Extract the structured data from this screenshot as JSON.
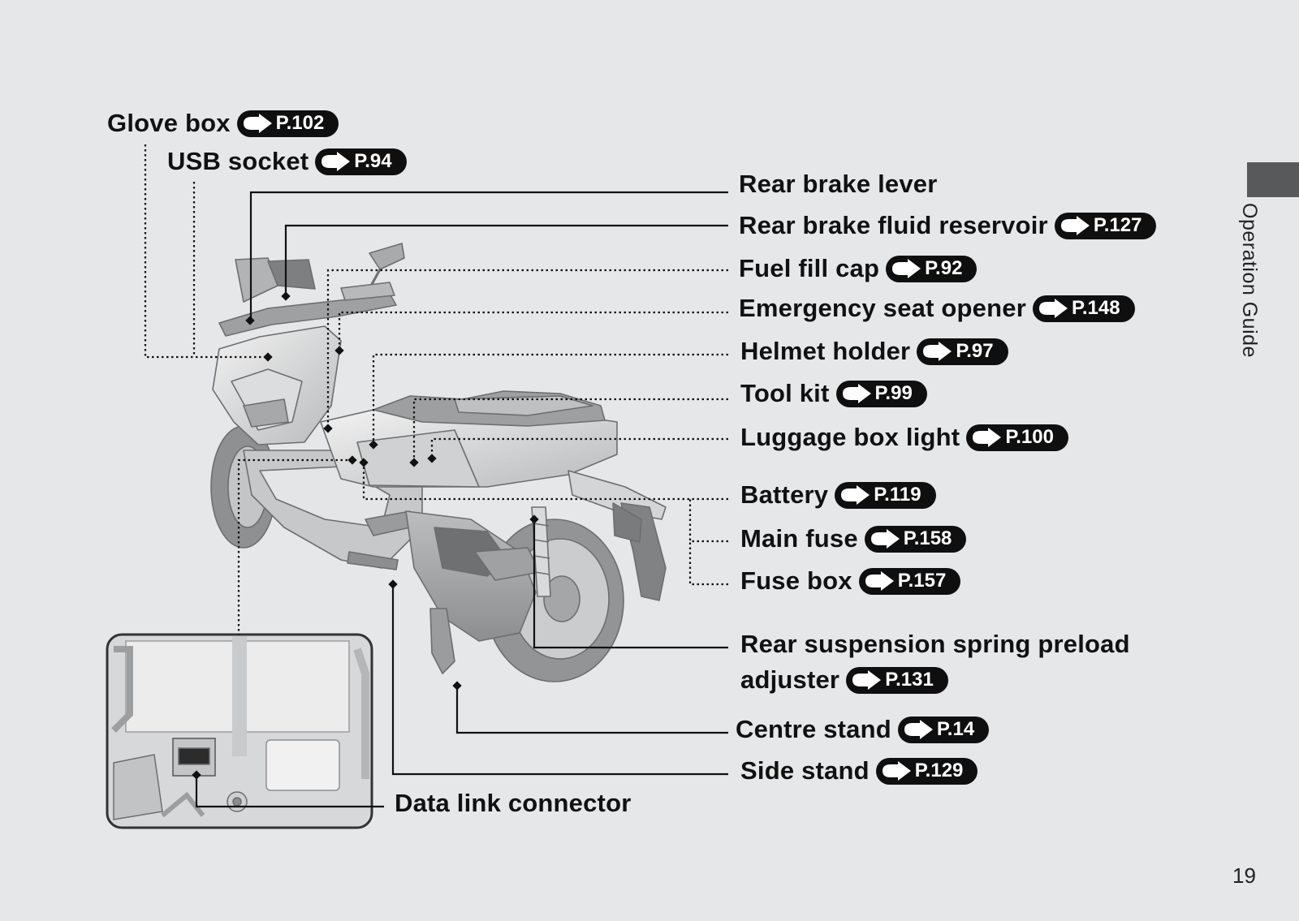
{
  "labels": {
    "glove_box": {
      "text": "Glove box",
      "ref": "P.102"
    },
    "usb_socket": {
      "text": "USB socket",
      "ref": "P.94"
    },
    "rear_brake_lever": {
      "text": "Rear brake lever"
    },
    "rear_brake_fluid": {
      "text": "Rear brake fluid reservoir",
      "ref": "P.127"
    },
    "fuel_fill_cap": {
      "text": "Fuel fill cap",
      "ref": "P.92"
    },
    "emergency_seat": {
      "text": "Emergency seat opener",
      "ref": "P.148"
    },
    "helmet_holder": {
      "text": "Helmet holder",
      "ref": "P.97"
    },
    "tool_kit": {
      "text": "Tool kit",
      "ref": "P.99"
    },
    "luggage_light": {
      "text": "Luggage box light",
      "ref": "P.100"
    },
    "battery": {
      "text": "Battery",
      "ref": "P.119"
    },
    "main_fuse": {
      "text": "Main fuse",
      "ref": "P.158"
    },
    "fuse_box": {
      "text": "Fuse box",
      "ref": "P.157"
    },
    "rear_suspension": {
      "line1": "Rear suspension spring preload",
      "line2": "adjuster",
      "ref": "P.131"
    },
    "centre_stand": {
      "text": "Centre stand",
      "ref": "P.14"
    },
    "side_stand": {
      "text": "Side stand",
      "ref": "P.129"
    },
    "data_link": {
      "text": "Data link connector"
    }
  },
  "side_tab": {
    "section": "Operation Guide"
  },
  "page_number": "19",
  "colors": {
    "background": "#e6e7e8",
    "ink": "#111111",
    "tab": "#58595b",
    "badge": "#0f0f0f"
  },
  "icons": {
    "reference_badge": "arrow-right-icon"
  }
}
